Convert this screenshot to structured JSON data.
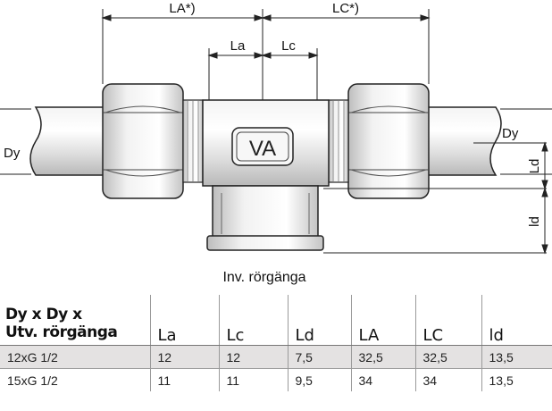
{
  "drawing": {
    "labels": {
      "LA": "LA*)",
      "LC": "LC*)",
      "La": "La",
      "Lc": "Lc",
      "Dy_left": "Dy",
      "Dy_right": "Dy",
      "Ld": "Ld",
      "ld": "ld",
      "stamp": "VA"
    },
    "caption": "Inv. rörgänga"
  },
  "table": {
    "title_line1": "Dy x Dy x",
    "title_line2": "Utv. rörgänga",
    "columns": [
      "La",
      "Lc",
      "Ld",
      "LA",
      "LC",
      "ld"
    ],
    "rows": [
      {
        "size": "12xG 1/2",
        "values": [
          "12",
          "12",
          "7,5",
          "32,5",
          "32,5",
          "13,5"
        ]
      },
      {
        "size": "15xG 1/2",
        "values": [
          "11",
          "11",
          "9,5",
          "34",
          "34",
          "13,5"
        ]
      }
    ]
  }
}
